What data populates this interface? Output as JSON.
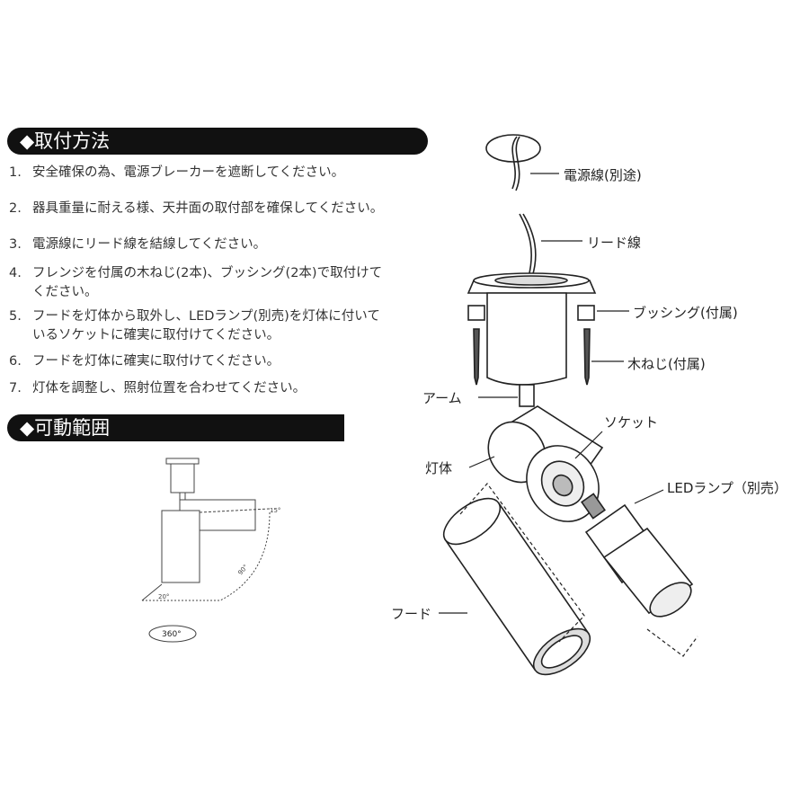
{
  "sections": {
    "mount": {
      "title": "◆取付方法"
    },
    "range": {
      "title": "◆可動範囲"
    }
  },
  "steps": [
    {
      "num": "1.",
      "text": "安全確保の為、電源ブレーカーを遮断してください。"
    },
    {
      "num": "2.",
      "text": "器具重量に耐える様、天井面の取付部を確保してください。"
    },
    {
      "num": "3.",
      "text": "電源線にリード線を結線してください。"
    },
    {
      "num": "4.",
      "text": "フレンジを付属の木ねじ(2本)、ブッシング(2本)で取付けて",
      "cont": "ください。"
    },
    {
      "num": "5.",
      "text": "フードを灯体から取外し、LEDランプ(別売)を灯体に付いて",
      "cont": "いるソケットに確実に取付けてください。"
    },
    {
      "num": "6.",
      "text": "フードを灯体に確実に取付けてください。"
    },
    {
      "num": "7.",
      "text": "灯体を調整し、照射位置を合わせてください。"
    }
  ],
  "range_diagram": {
    "rotation": "360°",
    "angle_down": "90°",
    "angle_small": "20°",
    "angle_top": "15°"
  },
  "parts": {
    "power_line": "電源線(別途)",
    "lead_wire": "リード線",
    "bushing": "ブッシング(付属)",
    "wood_screw": "木ねじ(付属)",
    "arm": "アーム",
    "socket": "ソケット",
    "body": "灯体",
    "led_lamp": "LEDランプ（別売）",
    "hood": "フード"
  }
}
